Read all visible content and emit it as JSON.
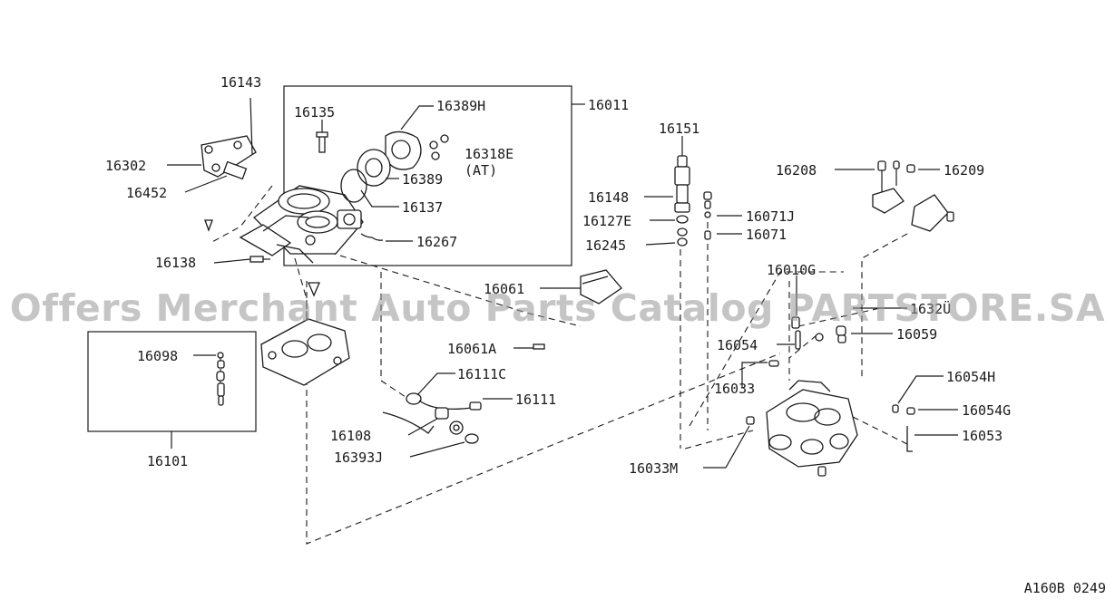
{
  "watermark": "Offers Merchant Auto Parts Catalog PARTSTORE.SA",
  "catalog_code": "A160B 0249",
  "labels": {
    "l16143": "16143",
    "l16135": "16135",
    "l16389H": "16389H",
    "l16011": "16011",
    "l16318E": "16318E",
    "l_at": "(AT)",
    "l16302": "16302",
    "l16389": "16389",
    "l16452": "16452",
    "l16137": "16137",
    "l16267": "16267",
    "l16138": "16138",
    "l16151": "16151",
    "l16148": "16148",
    "l16071J": "16071J",
    "l16127E": "16127E",
    "l16245": "16245",
    "l16071": "16071",
    "l16208": "16208",
    "l16209": "16209",
    "l16010G": "16010G",
    "l16061": "16061",
    "l16320": "1632Ü",
    "l16054": "16054",
    "l16059": "16059",
    "l16061A": "16061A",
    "l16098": "16098",
    "l16111C": "16111C",
    "l16033": "16033",
    "l16054H": "16054H",
    "l16111": "16111",
    "l16054G": "16054G",
    "l16108": "16108",
    "l16053": "16053",
    "l16393J": "16393J",
    "l16101": "16101",
    "l16033M": "16033M"
  }
}
